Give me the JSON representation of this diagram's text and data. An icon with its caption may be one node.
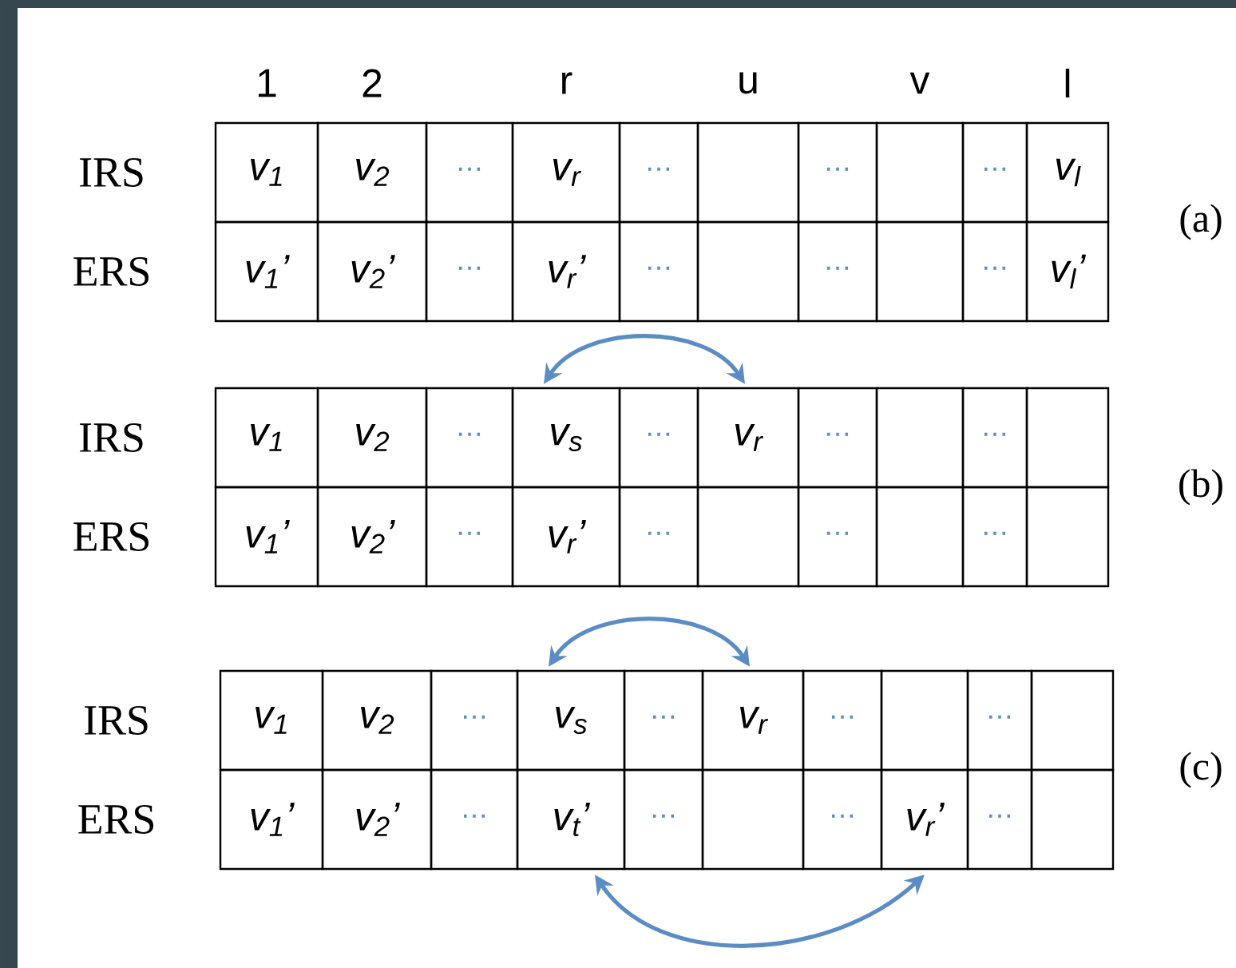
{
  "diagram": {
    "nodes": [
      {
        "text": [
          "v$_{1}$"
        ]
      },
      {
        "text": [
          "v$_{2}$"
        ]
      },
      {
        "text": [
          "⋯"
        ]
      },
      {
        "text": [
          "v$_{r}$"
        ]
      },
      {
        "text": [
          "⋯"
        ]
      },
      {
        "text": [],
        "shape": "box"
      },
      {
        "text": [
          "⋯"
        ]
      },
      {
        "text": [],
        "shape": "box"
      },
      {
        "text": [
          "⋯"
        ]
      },
      {
        "text": [
          "v$_{l}$"
        ]
      },
      {
        "text": [
          "v$_{1}$’"
        ]
      },
      {
        "text": [
          "v$_{2}$’"
        ]
      },
      {
        "text": [
          "⋯"
        ]
      },
      {
        "text": [
          "v$_{r}$’"
        ]
      },
      {
        "text": [
          "⋯"
        ]
      },
      {
        "text": [],
        "shape": "box"
      },
      {
        "text": [
          "⋯"
        ]
      },
      {
        "text": [],
        "shape": "box"
      },
      {
        "text": [
          "⋯"
        ]
      },
      {
        "text": [
          "v$_{l}$’"
        ]
      },
      {
        "text": [
          "v$_{1}$"
        ]
      },
      {
        "text": [
          "v$_{2}$"
        ]
      },
      {
        "text": [
          "⋯"
        ]
      },
      {
        "text": [
          "v$_{s}$"
        ]
      },
      {
        "text": [
          "⋯"
        ]
      },
      {
        "text": [
          "v$_{r}$"
        ]
      },
      {
        "text": [
          "⋯"
        ]
      },
      {
        "text": [],
        "shape": "box"
      },
      {
        "text": [
          "⋯"
        ]
      },
      {
        "text": [],
        "shape": "box"
      },
      {
        "text": [
          "v$_{1}$’"
        ]
      },
      {
        "text": [
          "v$_{2}$’"
        ]
      },
      {
        "text": [
          "⋯"
        ]
      },
      {
        "text": [
          "v$_{r}$’"
        ]
      },
      {
        "text": [
          "⋯"
        ]
      },
      {
        "text": [],
        "shape": "box"
      },
      {
        "text": [
          "⋯"
        ]
      },
      {
        "text": [],
        "shape": "box"
      },
      {
        "text": [
          "⋯"
        ]
      },
      {
        "text": [],
        "shape": "box"
      },
      {
        "text": [
          "v$_{1}$"
        ]
      },
      {
        "text": [
          "v$_{2}$"
        ]
      },
      {
        "text": [
          "⋯"
        ]
      },
      {
        "text": [
          "v$_{s}$"
        ]
      },
      {
        "text": [
          "⋯"
        ]
      },
      {
        "text": [
          "v$_{r}$"
        ]
      },
      {
        "text": [
          "⋯"
        ]
      },
      {
        "text": [],
        "shape": "box"
      },
      {
        "text": [
          "⋯"
        ]
      },
      {
        "text": [],
        "shape": "box"
      },
      {
        "text": [
          "v$_{1}$’"
        ]
      },
      {
        "text": [
          "v$_{2}$’"
        ]
      },
      {
        "text": [
          "⋯"
        ]
      },
      {
        "text": [
          "v$_{t}$’"
        ]
      },
      {
        "text": [
          "⋯"
        ]
      },
      {
        "text": [],
        "shape": "box"
      },
      {
        "text": [
          "⋯"
        ]
      },
      {
        "text": [
          "v$_{r}$’"
        ]
      },
      {
        "text": [
          "⋯"
        ]
      },
      {
        "text": [],
        "shape": "box"
      }
    ],
    "edges": [
      {
        "from": 23,
        "to": 25,
        "arrow": "both"
      },
      {
        "from": 43,
        "to": 45,
        "arrow": "both"
      },
      {
        "from": 53,
        "to": 57,
        "arrow": "both"
      }
    ],
    "labels": [
      "1",
      "2",
      "r",
      "u",
      "v",
      "l",
      "IRS",
      "ERS",
      "(a)",
      "IRS",
      "ERS",
      "(b)",
      "IRS",
      "ERS",
      "(c)"
    ]
  }
}
